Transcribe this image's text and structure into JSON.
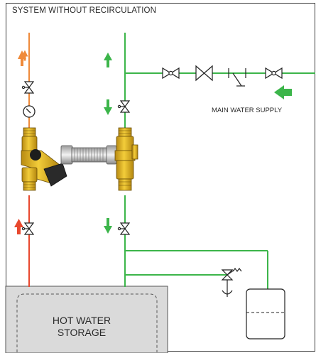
{
  "diagram": {
    "title": "SYSTEM WITHOUT RECIRCULATION",
    "supply_label": "MAIN WATER SUPPLY",
    "storage_label_line1": "HOT WATER",
    "storage_label_line2": "STORAGE"
  },
  "colors": {
    "hot_pipe": "#e8482e",
    "mixed_pipe": "#ef8a3a",
    "cold_pipe": "#3cb54a",
    "valve_body": "#e7b520",
    "storage_fill": "#dadada",
    "frame_stroke": "#3a3a3a"
  },
  "icons": [
    "gate-valve-icon",
    "pressure-gauge-icon",
    "mixing-valve-icon",
    "flexible-hose-icon",
    "check-valve-icon",
    "strainer-icon",
    "pressure-relief-valve-icon",
    "expansion-vessel-icon",
    "flow-arrow-icon"
  ]
}
